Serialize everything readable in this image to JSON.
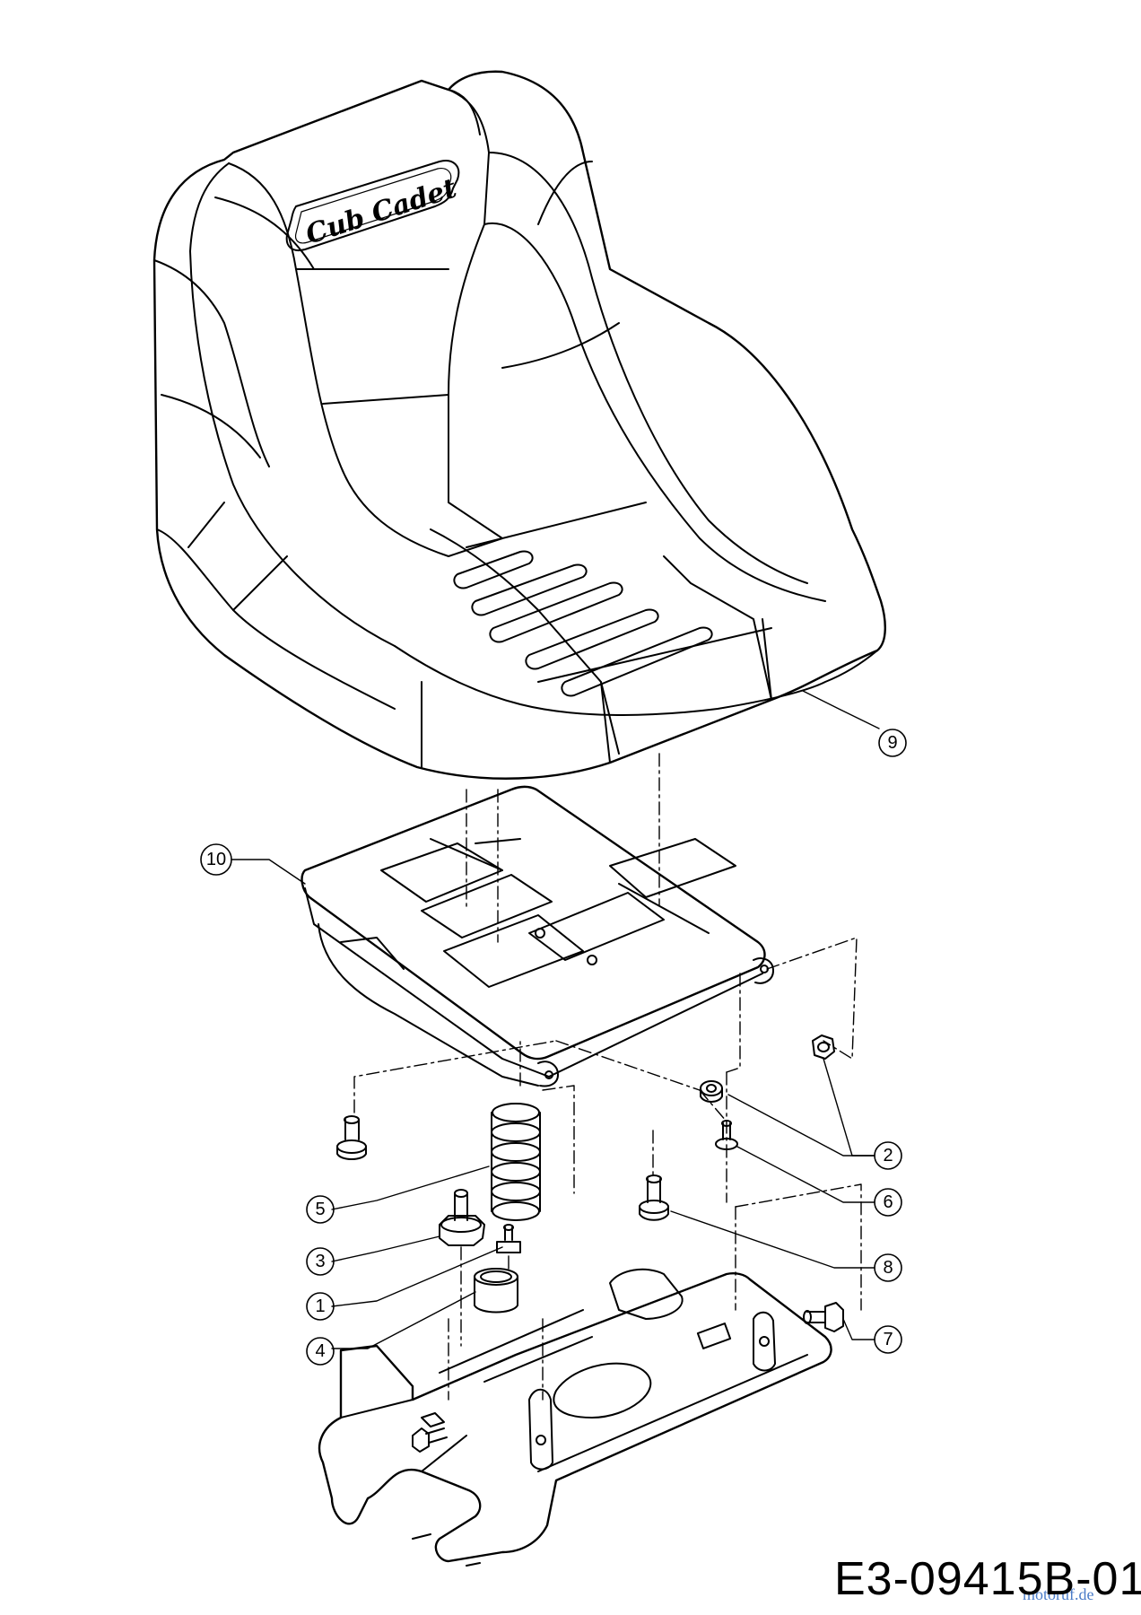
{
  "brand_logo": "Cub Cadet",
  "watermark": "motoruf.de",
  "reference_code": "E3-09415B-01",
  "callouts": [
    "1",
    "2",
    "3",
    "4",
    "5",
    "6",
    "7",
    "8",
    "9",
    "10"
  ]
}
